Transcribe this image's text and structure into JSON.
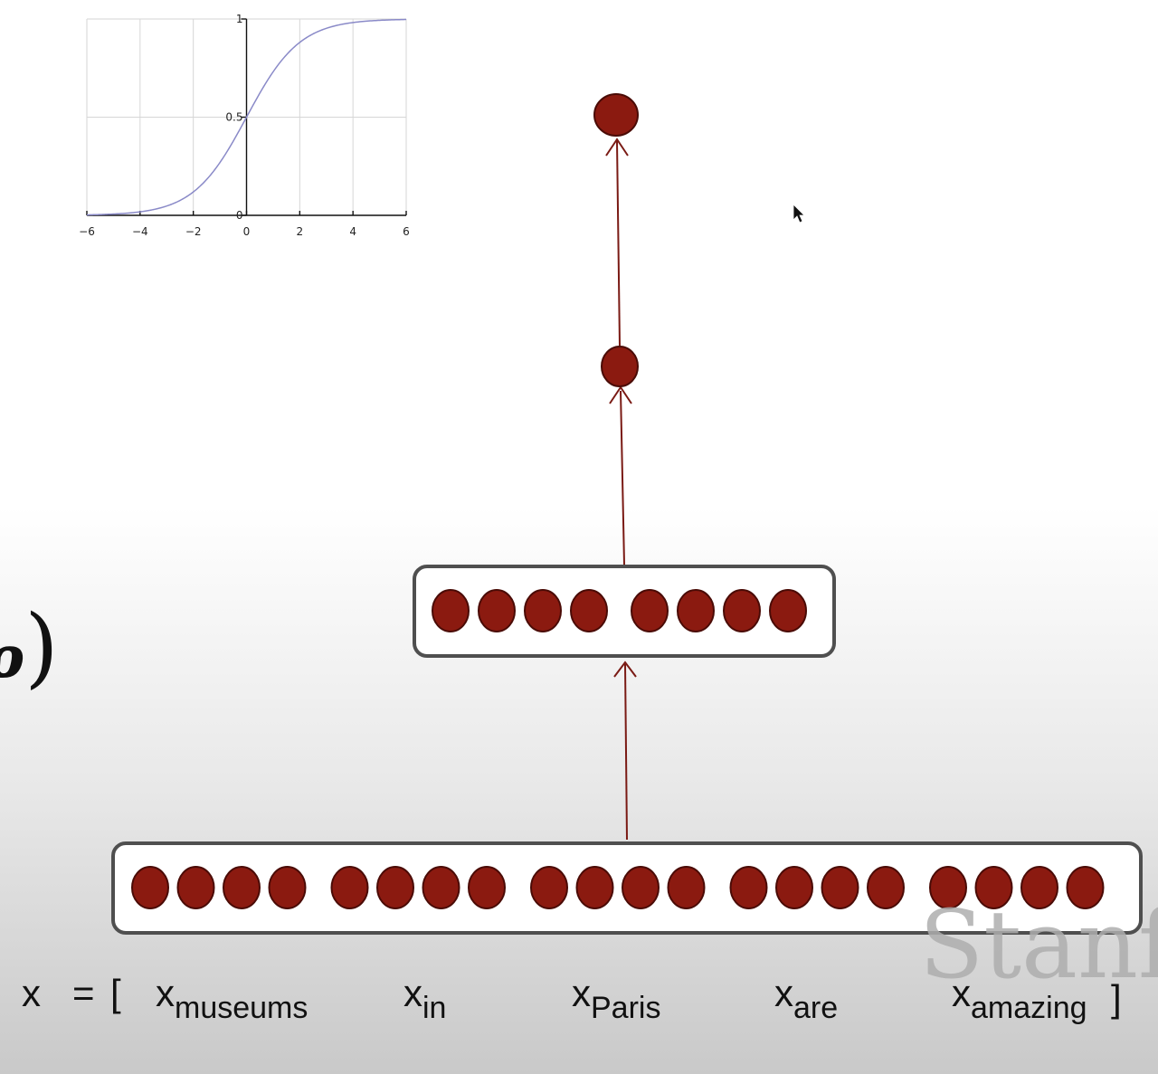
{
  "sigmoid_plot": {
    "x_ticks": [
      "−6",
      "−4",
      "−2",
      "0",
      "2",
      "4",
      "6"
    ],
    "y_ticks": [
      "0",
      "0.5",
      "1"
    ],
    "x_range": [
      -6,
      6
    ],
    "y_range": [
      0,
      1
    ]
  },
  "network": {
    "node_color": "#8b1a10",
    "output_nodes": 1,
    "score_nodes": 1,
    "hidden_units": 8,
    "input_groups": 5,
    "units_per_group": 4
  },
  "equation": {
    "lhs": "x",
    "equals": "=",
    "open_bracket": "[",
    "close_bracket": "]",
    "terms": [
      {
        "base": "x",
        "sub": "museums"
      },
      {
        "base": "x",
        "sub": "in"
      },
      {
        "base": "x",
        "sub": "Paris"
      },
      {
        "base": "x",
        "sub": "are"
      },
      {
        "base": "x",
        "sub": "amazing"
      }
    ]
  },
  "left_fragment": ")",
  "watermark": "Stanfo"
}
